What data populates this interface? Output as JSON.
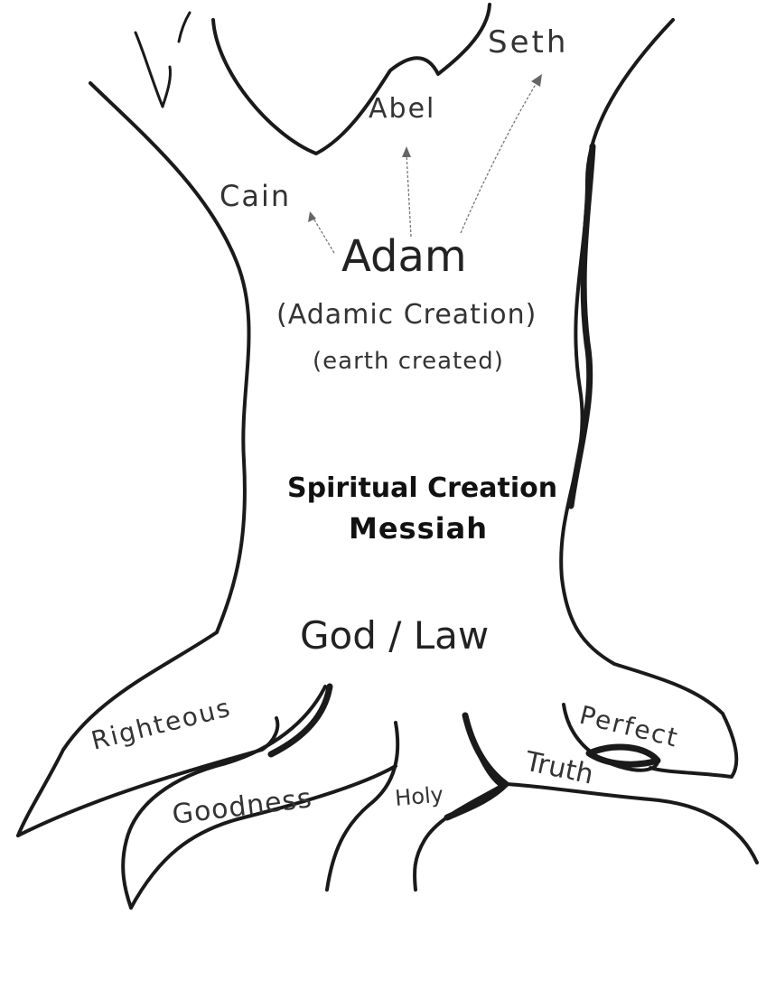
{
  "labels": {
    "seth": "Seth",
    "abel": "Abel",
    "cain": "Cain",
    "adam": "Adam",
    "adamic_creation": "(Adamic Creation)",
    "earth_created": "(earth created)",
    "spiritual_creation": "Spiritual Creation",
    "messiah": "Messiah",
    "god_law": "God / Law",
    "righteous": "Righteous",
    "goodness": "Goodness",
    "holy": "Holy",
    "truth": "Truth",
    "perfect": "Perfect"
  }
}
